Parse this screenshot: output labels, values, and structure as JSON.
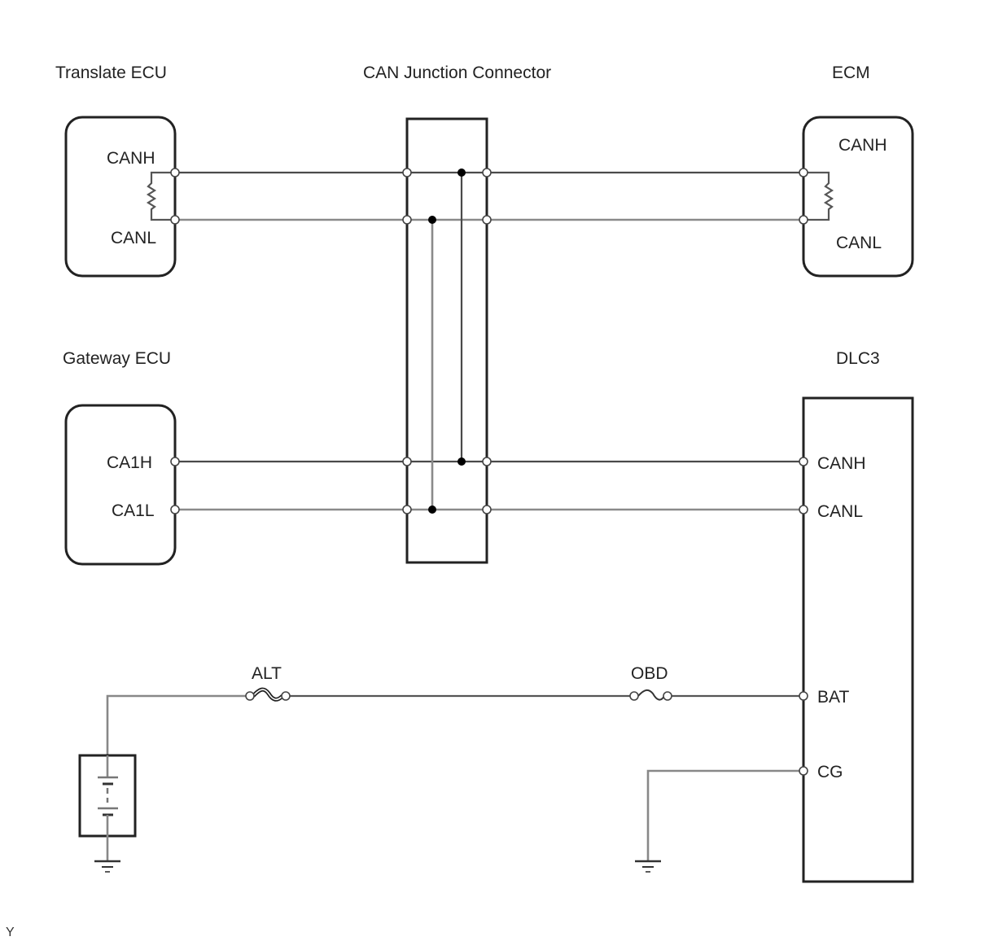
{
  "diagram": {
    "title_translate_ecu": "Translate ECU",
    "title_junction": "CAN Junction Connector",
    "title_ecm": "ECM",
    "title_gateway_ecu": "Gateway ECU",
    "title_dlc3": "DLC3",
    "translate_ecu": {
      "pin_high": "CANH",
      "pin_low": "CANL"
    },
    "ecm": {
      "pin_high": "CANH",
      "pin_low": "CANL"
    },
    "gateway_ecu": {
      "pin_high": "CA1H",
      "pin_low": "CA1L"
    },
    "dlc3": {
      "pin_high": "CANH",
      "pin_low": "CANL",
      "pin_bat": "BAT",
      "pin_cg": "CG"
    },
    "fuses": {
      "alt": "ALT",
      "obd": "OBD"
    },
    "footer_code": "Y"
  }
}
